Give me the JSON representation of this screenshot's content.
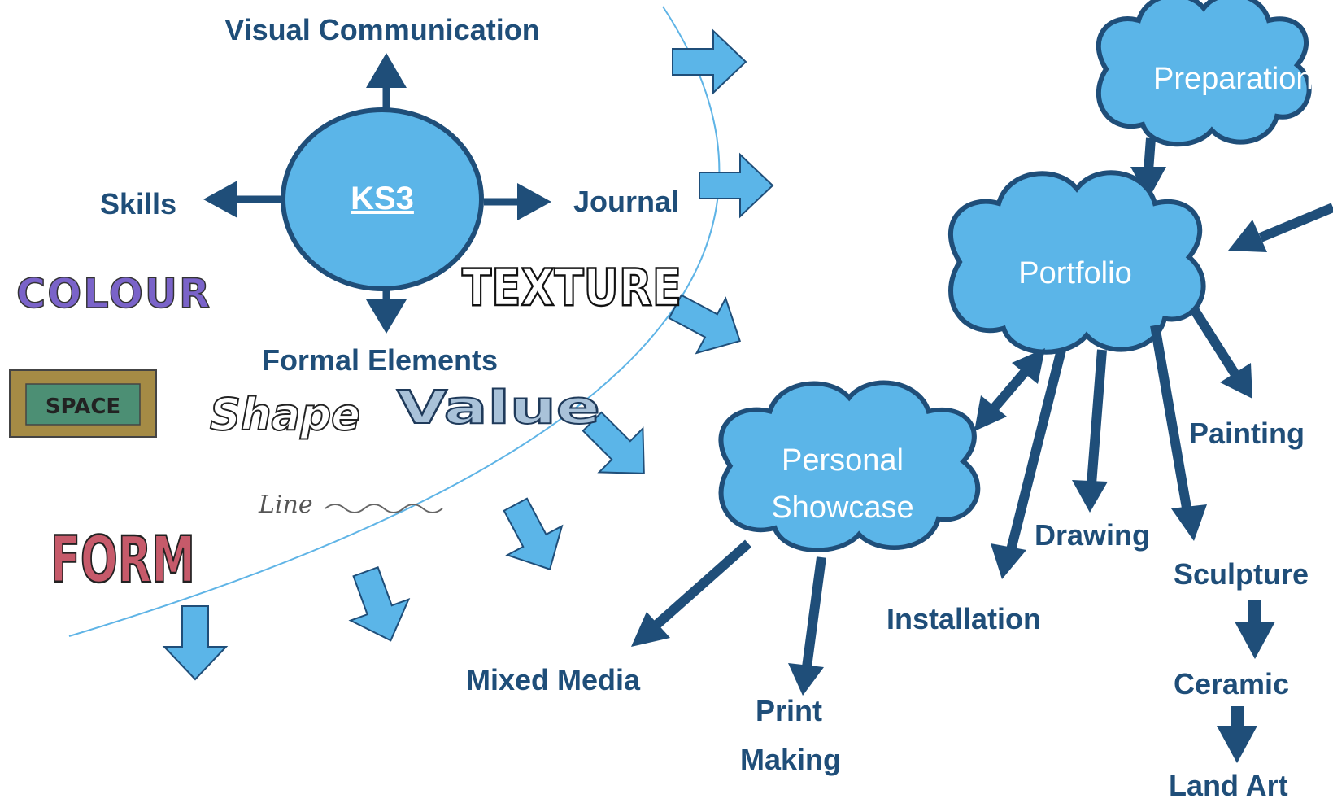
{
  "center": {
    "label": "KS3"
  },
  "ks3_branches": {
    "top": "Visual Communication",
    "left": "Skills",
    "right": "Journal",
    "bottom": "Formal Elements"
  },
  "handwritten_words": {
    "colour": "COLOUR",
    "texture": "TEXTURE",
    "space": "SPACE",
    "shape": "Shape",
    "value": "Value",
    "line": "Line",
    "form": "FORM"
  },
  "clouds": {
    "preparation": "Preparation",
    "portfolio": "Portfolio",
    "showcase_line1": "Personal",
    "showcase_line2": "Showcase"
  },
  "outputs": {
    "painting": "Painting",
    "drawing": "Drawing",
    "sculpture": "Sculpture",
    "installation": "Installation",
    "ceramic": "Ceramic",
    "land_art": "Land Art",
    "mixed_media": "Mixed Media",
    "print_line1": "Print",
    "print_line2": "Making"
  },
  "colors": {
    "dark_blue": "#1f4e79",
    "light_blue": "#5bb5e8",
    "arc_blue": "#5fb4e6"
  }
}
